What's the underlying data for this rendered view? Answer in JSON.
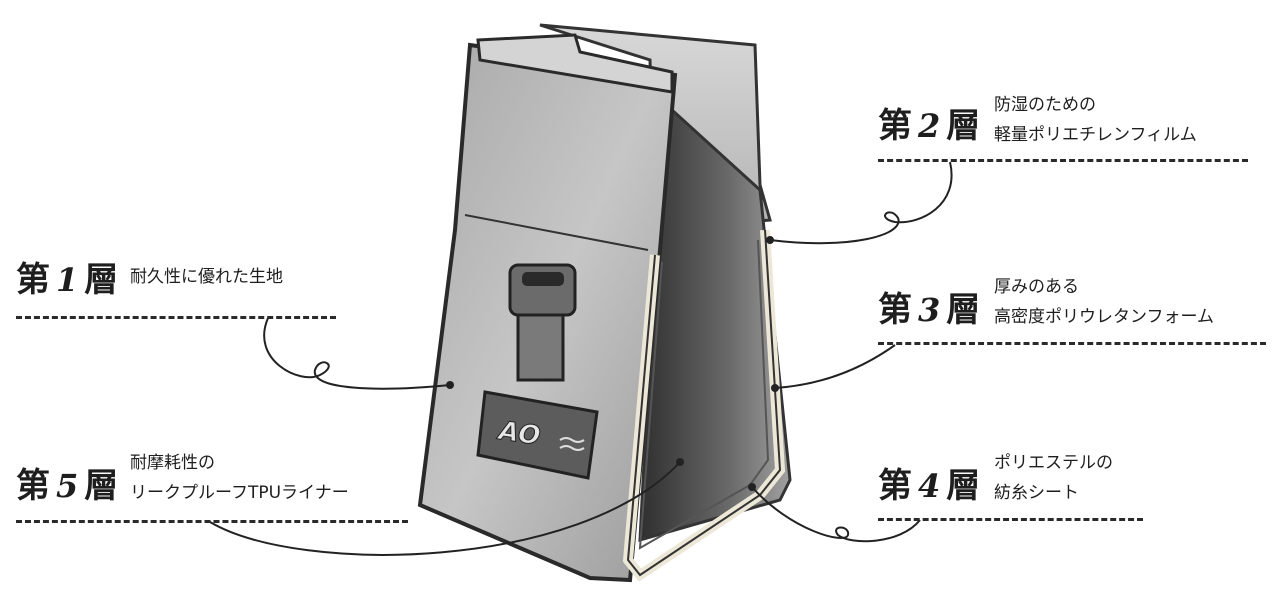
{
  "layers": [
    {
      "kanji_pre": "第",
      "num": "1",
      "kanji_post": "層",
      "desc": [
        "耐久性に優れた生地"
      ]
    },
    {
      "kanji_pre": "第",
      "num": "2",
      "kanji_post": "層",
      "desc": [
        "防湿のための",
        "軽量ポリエチレンフィルム"
      ]
    },
    {
      "kanji_pre": "第",
      "num": "3",
      "kanji_post": "層",
      "desc": [
        "厚みのある",
        "高密度ポリウレタンフォーム"
      ]
    },
    {
      "kanji_pre": "第",
      "num": "4",
      "kanji_post": "層",
      "desc": [
        "ポリエステルの",
        "紡糸シート"
      ]
    },
    {
      "kanji_pre": "第",
      "num": "5",
      "kanji_post": "層",
      "desc": [
        "耐摩耗性の",
        "リークプルーフTPUライナー"
      ]
    }
  ],
  "bag": {
    "logo_text": "AO"
  },
  "colors": {
    "bag_dark": "#4a4a4a",
    "bag_mid": "#8c8c8c",
    "bag_light": "#c9c9c9",
    "liner": "#ece7d6",
    "ink": "#1e1e1e"
  }
}
